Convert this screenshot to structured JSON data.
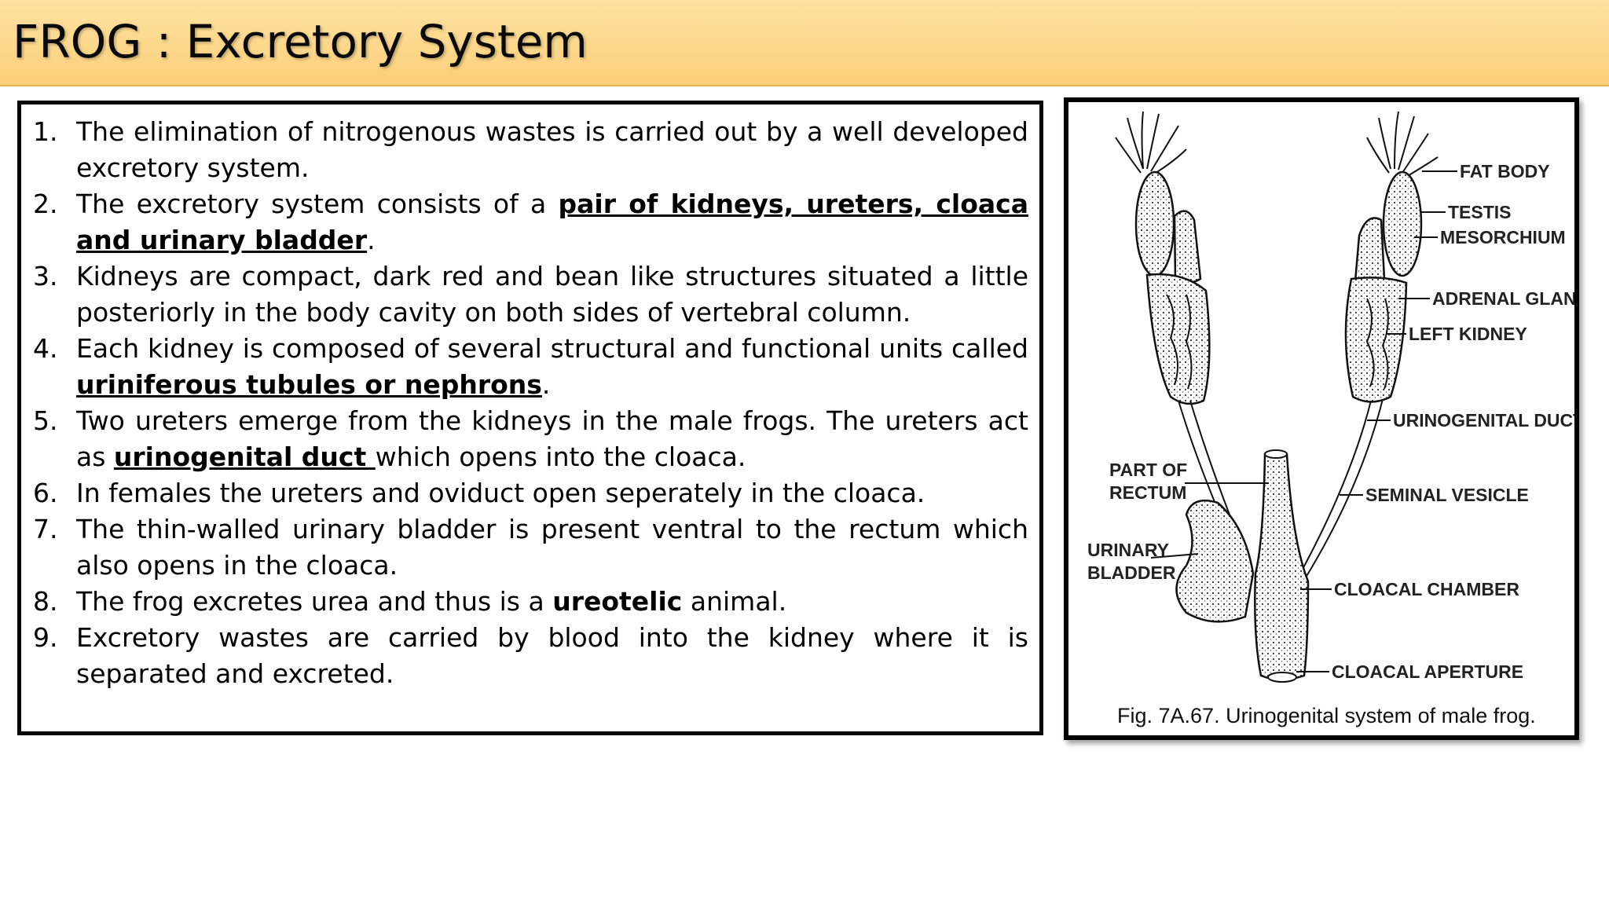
{
  "slide": {
    "title": "FROG : Excretory System"
  },
  "points": [
    {
      "num": "1.",
      "segments": [
        {
          "text": "The elimination of nitrogenous wastes is carried out by a well developed excretory system.",
          "style": ""
        }
      ]
    },
    {
      "num": "2.",
      "segments": [
        {
          "text": " The excretory system consists of a ",
          "style": ""
        },
        {
          "text": "pair of kidneys, ureters, cloaca and urinary bladder",
          "style": "bu"
        },
        {
          "text": ".",
          "style": ""
        }
      ]
    },
    {
      "num": "3.",
      "segments": [
        {
          "text": "Kidneys are compact, dark red and bean like structures situated a little posteriorly in the body cavity on both sides of vertebral column.",
          "style": ""
        }
      ]
    },
    {
      "num": "4.",
      "segments": [
        {
          "text": " Each kidney is composed of several structural and functional units called ",
          "style": ""
        },
        {
          "text": "uriniferous tubules or nephrons",
          "style": "bu"
        },
        {
          "text": ".",
          "style": ""
        }
      ]
    },
    {
      "num": "5.",
      "segments": [
        {
          "text": "Two ureters emerge from the kidneys in the male frogs. The ureters act as ",
          "style": ""
        },
        {
          "text": "urinogenital duct ",
          "style": "bu"
        },
        {
          "text": "which opens into the cloaca.",
          "style": ""
        }
      ]
    },
    {
      "num": "6.",
      "segments": [
        {
          "text": "In females the ureters and oviduct open seperately in the cloaca.",
          "style": ""
        }
      ]
    },
    {
      "num": "7.",
      "segments": [
        {
          "text": "The thin-walled urinary bladder is present ventral to the rectum which also opens in the cloaca.",
          "style": ""
        }
      ]
    },
    {
      "num": "8.",
      "segments": [
        {
          "text": " The frog excretes urea and thus is a ",
          "style": ""
        },
        {
          "text": "ureotelic",
          "style": "b"
        },
        {
          "text": " animal.",
          "style": ""
        }
      ]
    },
    {
      "num": "9.",
      "segments": [
        {
          "text": " Excretory wastes are carried by blood into the kidney where it is separated and excreted.",
          "style": ""
        }
      ]
    }
  ],
  "figure": {
    "labels": {
      "fat_body": "FAT BODY",
      "testis": "TESTIS",
      "mesorchium": "MESORCHIUM",
      "adrenal_gland": "ADRENAL GLAND",
      "left_kidney": "LEFT KIDNEY",
      "urinogenital_duct": "URINOGENITAL DUCT",
      "part_of": "PART OF",
      "rectum": "RECTUM",
      "seminal_vesicle": "SEMINAL VESICLE",
      "urinary": "URINARY",
      "bladder": "BLADDER",
      "cloacal_chamber": "CLOACAL CHAMBER",
      "cloacal_aperture": "CLOACAL  APERTURE"
    },
    "caption": "Fig. 7A.67. Urinogenital system of male frog."
  }
}
